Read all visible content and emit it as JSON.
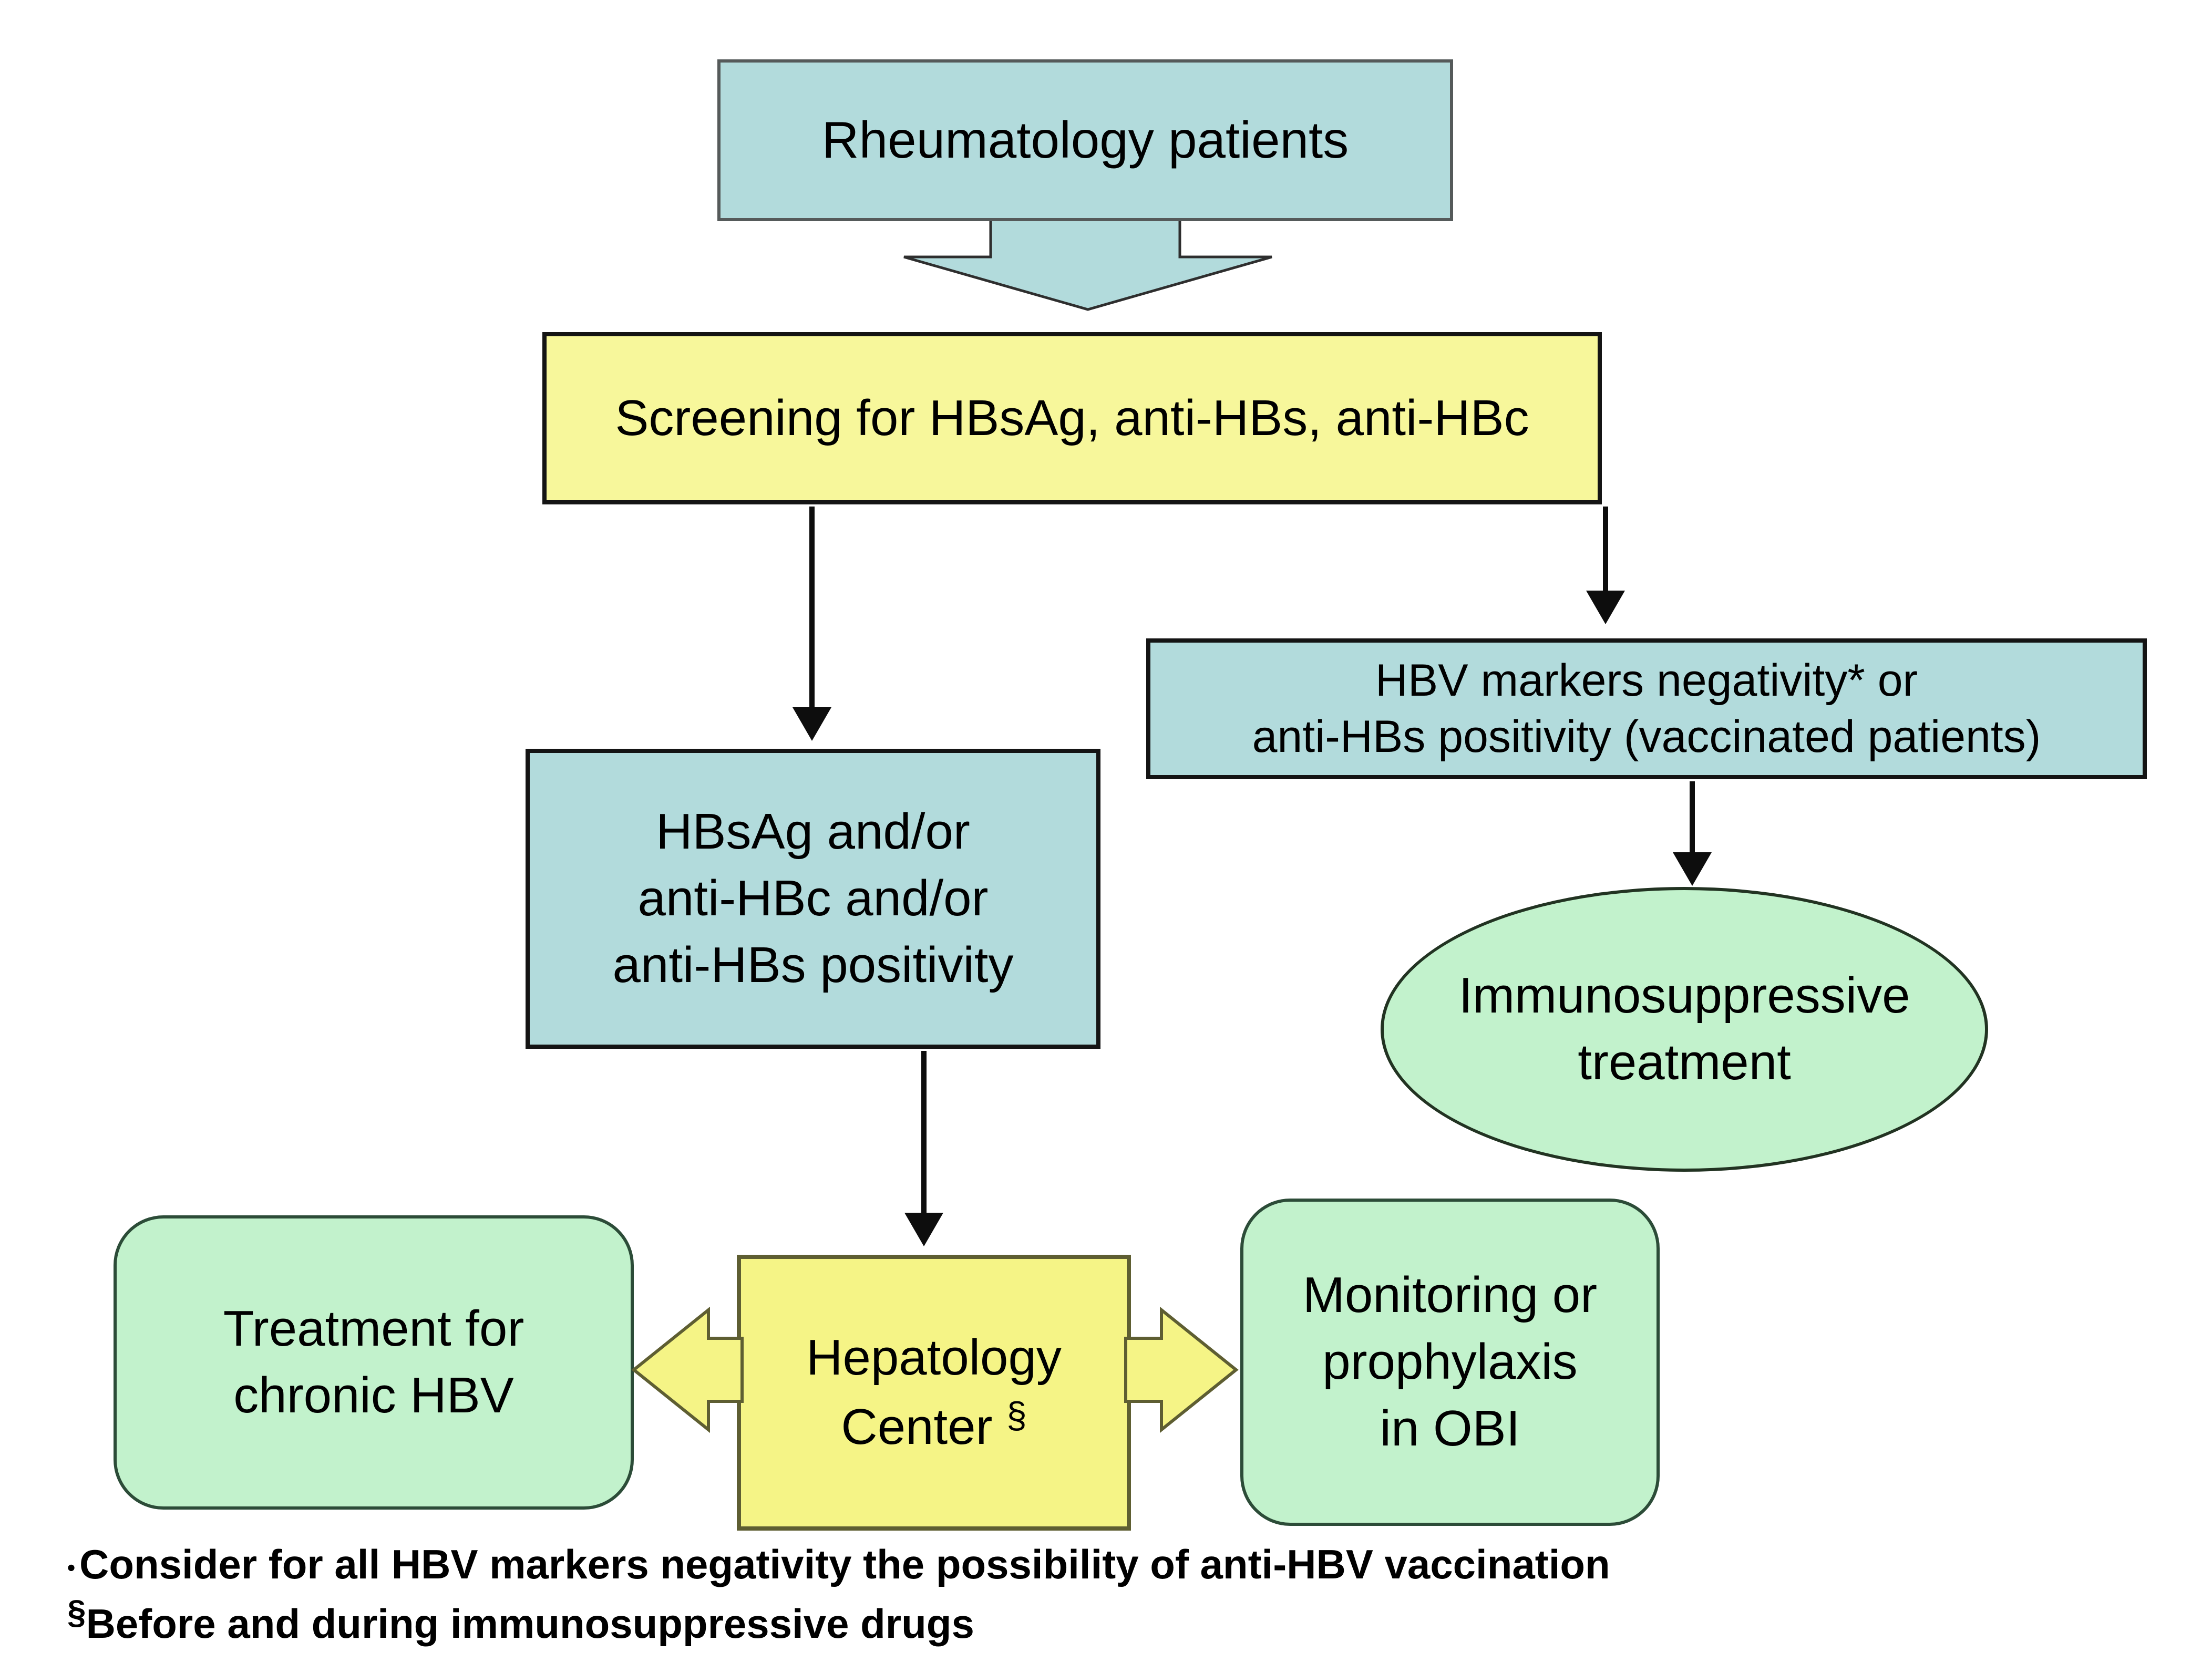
{
  "figure": {
    "nodes": {
      "rheumatology": {
        "label": "Rheumatology patients"
      },
      "screening": {
        "label": "Screening for HBsAg, anti-HBs, anti-HBc"
      },
      "hbv_negative": {
        "lines": [
          "HBV markers negativity* or",
          "anti-HBs positivity (vaccinated patients)"
        ]
      },
      "hbv_positive": {
        "lines": [
          "HBsAg and/or",
          "anti-HBc and/or",
          "anti-HBs positivity"
        ]
      },
      "immunosuppressive": {
        "lines": [
          "Immunosuppressive",
          "treatment"
        ]
      },
      "hepatology": {
        "lines": [
          "Hepatology",
          "Center"
        ],
        "sup": "§"
      },
      "chronic_treatment": {
        "lines": [
          "Treatment for",
          "chronic HBV"
        ]
      },
      "obi_monitoring": {
        "lines": [
          "Monitoring or",
          "prophylaxis",
          "in OBI"
        ]
      }
    },
    "edges": [
      {
        "from": "rheumatology",
        "to": "screening",
        "style": "block-arrow"
      },
      {
        "from": "screening",
        "to": "hbv_positive",
        "style": "thin-arrow"
      },
      {
        "from": "screening",
        "to": "hbv_negative",
        "style": "thin-arrow"
      },
      {
        "from": "hbv_negative",
        "to": "immunosuppressive",
        "style": "thin-arrow"
      },
      {
        "from": "hbv_positive",
        "to": "hepatology",
        "style": "thin-arrow"
      },
      {
        "from": "hepatology",
        "to": "chronic_treatment",
        "style": "block-arrow"
      },
      {
        "from": "hepatology",
        "to": "obi_monitoring",
        "style": "block-arrow"
      }
    ],
    "footnotes": [
      {
        "marker": "•",
        "text": "Consider for all HBV markers negativity the possibility of anti-HBV vaccination"
      },
      {
        "marker": "§",
        "text": "Before and during immunosuppressive drugs"
      }
    ],
    "colors": {
      "teal_fill": "#b2dbdc",
      "teal_border": "#555a5a",
      "yellow_fill": "#f7f79b",
      "yellow_border": "#141414",
      "hep_fill": "#f5f486",
      "hep_border": "#5e5e32",
      "green_fill": "#c2f2cc",
      "green_border": "#2c4c38",
      "ellipse_border": "#223322",
      "line_color": "#0d0d0d"
    }
  }
}
